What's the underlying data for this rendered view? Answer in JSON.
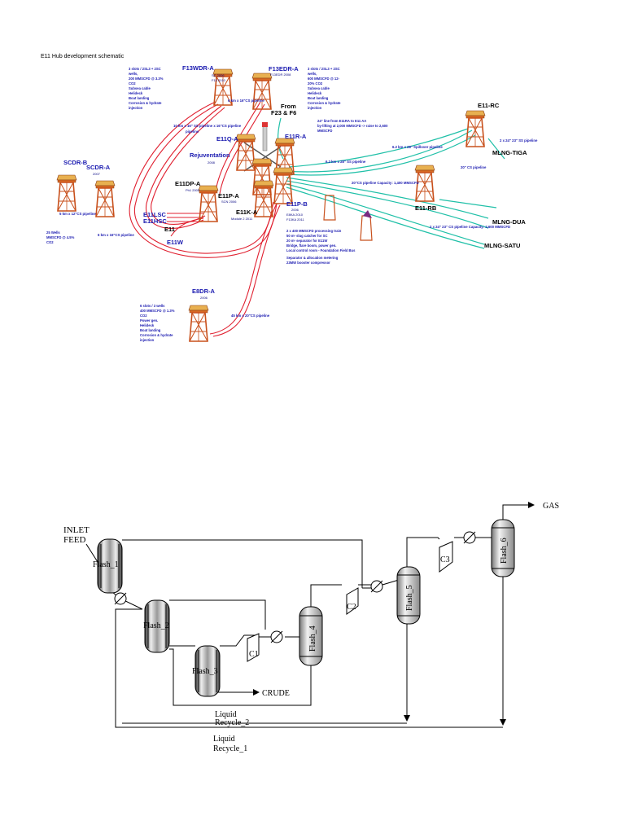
{
  "page": {
    "title": "E11 Hub development schematic"
  },
  "hub": {
    "platforms": {
      "f13wdr_a": "F13WDR-A",
      "f13edr_a": "F13EDR-A",
      "scdr_b": "SCDR-B",
      "scdr_a": "SCDR-A",
      "e11q_a": "E11Q-A",
      "e11r_a": "E11R-A",
      "e11dp_a": "E11DP-A",
      "e11p_a": "E11P-A",
      "e11k_a": "E11K-A",
      "e11p_b": "E11P-B",
      "e11_rc": "E11-RC",
      "e11_rb": "E11-RB",
      "e8dr_a": "E8DR-A"
    },
    "labels": {
      "from": "From",
      "from2": "F23 & F6",
      "rejuvenation": "Rejuventation",
      "rejuv_year": "2008",
      "e11lsc": "E11LSC",
      "e11hsc": "E11HSC",
      "e11": "E11",
      "e11w": "E11W",
      "mlng_tiga": "MLNG-TIGA",
      "mlng_dua": "MLNG-DUA",
      "mlng_satu": "MLNG-SATU"
    },
    "years": {
      "f13wdr": "SC 2006",
      "f13wdr2": "F13 2010",
      "f13edr": "F13EDR 2008",
      "scdr_a": "2007",
      "e11dp": "Ph1 2003",
      "e11p": "SCN 2006",
      "e11k": "Module 2 2011",
      "e11pb1": "2006",
      "e11pb2": "E8KA 2010",
      "e11pb3": "F13KA 2011",
      "e8dr": "2006"
    },
    "notes": {
      "f13wdr_scope": [
        "3 slots / 2SL3 + 2SC",
        "wells,",
        "200 MMSCFD @ 3.3%",
        "CO2",
        "Subsea cable",
        "Helideck",
        "Boat landing",
        "Corrosion & hydrate",
        "injection"
      ],
      "f13edr_scope": [
        "3 slots / 2SL3 + 2SC",
        "wells,",
        "600 MMSCFD @ 12-",
        "20% CO2",
        "Subsea cable",
        "Helideck",
        "Boat landing",
        "Corrosion & hydrate",
        "injection"
      ],
      "scdr_scope": [
        "25 Wells",
        "MMSCFD @ 4.5%",
        "CO2"
      ],
      "e8dr_scope": [
        "6 slots / 3 wells",
        "400 MMSCFD @ 1.3%",
        "CO2",
        "Power gen.",
        "Helideck",
        "Boat landing",
        "Corrosion & hydrate",
        "injection"
      ],
      "e11pb_scope": [
        "2 x 400 MMSCFD processing train",
        "50 m³ slug catcher for SC",
        "20 m³ separator for E11W",
        "Bridge, flare boom, power gen.",
        "Local control room - Foundation Field Bus",
        "Separator & allocation metering",
        "23MW booster compressor"
      ],
      "line_note": [
        "24\" line from E11RA to E11 AA",
        "by-lifting at 2,000 MMSCFD -> raise to 2,600",
        "MMSCFD"
      ]
    },
    "pipelines": {
      "p1": "10 km x 16\" SS pipeline x 16\"CS pipeline",
      "p1b": "pipeline",
      "p2": "6 km x 16\"CS pipeline",
      "p3": "5 km x 12\"CS pipeline",
      "p4": "6 km x 16\"CS pipeline",
      "p5": "6.2 km x 28\" SS pipeline",
      "p6": "6.2 km x 28\" Spillover pipeline",
      "p7": "20\"CS pipeline Capacity: 1,400 MMSCFD",
      "p8": "20\" CS pipeline",
      "p9": "2 x 24\" 23\" SS pipeline",
      "p10": "2 x 24\" 23\" CS pipeline Capacity: 2,600 MMSCFD",
      "p11": "45 km x 20\"CS pipeline"
    }
  },
  "process": {
    "inlet1": "INLET",
    "inlet2": "FEED",
    "flash_1": "Flash_1",
    "flash_2": "Flash_2",
    "flash_3": "Flash_3",
    "flash_4": "Flash_4",
    "flash_5": "Flash_5",
    "flash_6": "Flash_6",
    "c1": "C1",
    "c2": "C2",
    "c3": "C3",
    "gas": "GAS",
    "crude": "CRUDE",
    "recycle2_a": "Liquid",
    "recycle2_b": "Recycle_2",
    "recycle1_a": "Liquid",
    "recycle1_b": "Recycle_1"
  },
  "colors": {
    "red_pipeline": "#e02030",
    "teal_pipeline": "#20c0a8",
    "label_blue": "#1a1ab0",
    "tower": "#c8501c",
    "tower_top": "#e8b050"
  }
}
